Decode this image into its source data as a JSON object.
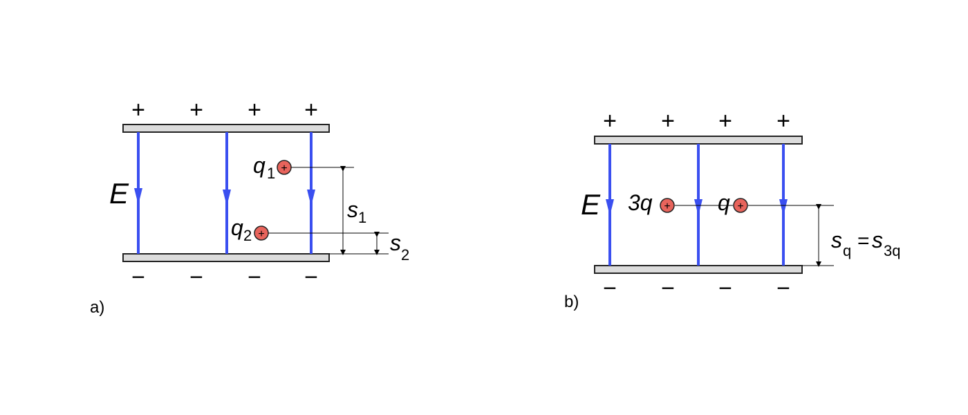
{
  "panel_a": {
    "label": "a)",
    "top_signs": [
      "+",
      "+",
      "+",
      "+"
    ],
    "bottom_signs": [
      "−",
      "−",
      "−",
      "−"
    ],
    "field_label": "E",
    "charge_sign": "+",
    "q1": {
      "base": "q",
      "sub": "1"
    },
    "q2": {
      "base": "q",
      "sub": "2"
    },
    "s1": {
      "base": "s",
      "sub": "1"
    },
    "s2": {
      "base": "s",
      "sub": "2"
    }
  },
  "panel_b": {
    "label": "b)",
    "top_signs": [
      "+",
      "+",
      "+",
      "+"
    ],
    "bottom_signs": [
      "−",
      "−",
      "−",
      "−"
    ],
    "field_label": "E",
    "charge_sign": "+",
    "charge_3q": "3q",
    "charge_q": "q",
    "sq": {
      "base": "s",
      "sub": "q",
      "eq": "=",
      "base2": "s",
      "sub2": "3q"
    }
  },
  "colors": {
    "field_line": "#3a4ff0",
    "charge_fill": "#e8645c",
    "plate_fill": "#dcdcdc"
  }
}
